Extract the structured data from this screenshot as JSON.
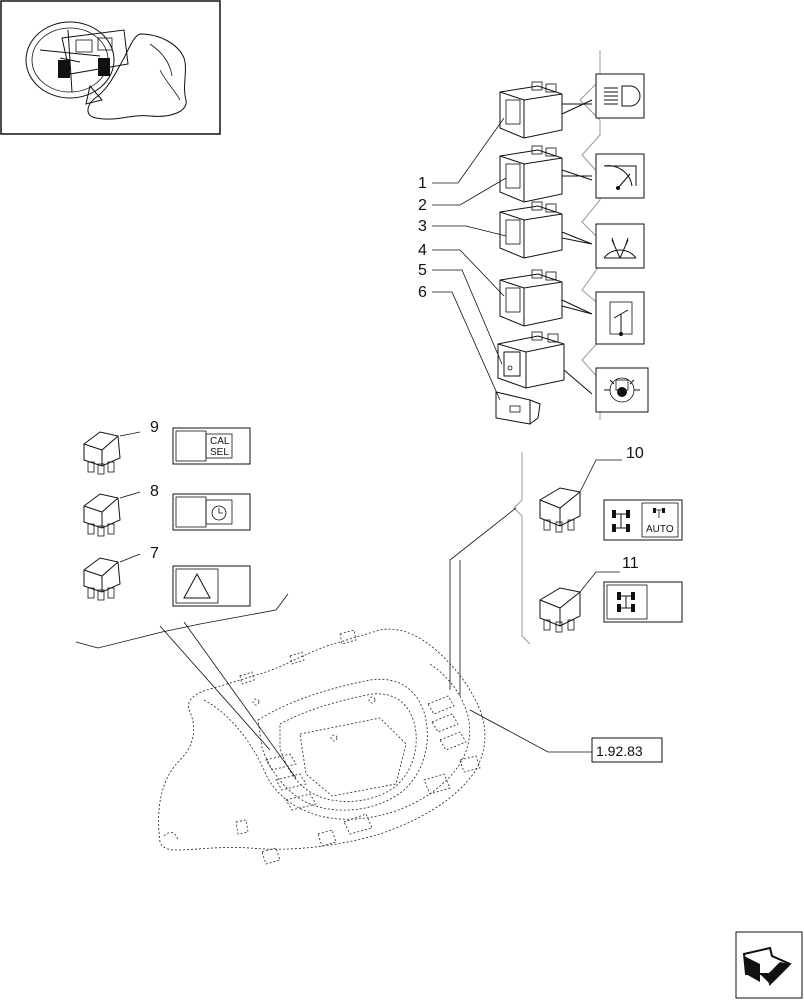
{
  "callouts": {
    "c1": "1",
    "c2": "2",
    "c3": "3",
    "c4": "4",
    "c5": "5",
    "c6": "6",
    "c7": "7",
    "c8": "8",
    "c9": "9",
    "c10": "10",
    "c11": "11"
  },
  "symbols": {
    "cal_sel_line1": "CAL",
    "cal_sel_line2": "SEL",
    "auto_label": "AUTO"
  },
  "reference": {
    "page_ref": "1.92.83"
  },
  "icons": [
    "headlight-icon",
    "wiper-front-icon",
    "washer-icon",
    "wiper-rear-icon",
    "rotating-beacon-icon",
    "hazard-triangle-icon",
    "clock-icon",
    "four-wheel-drive-icon",
    "four-wheel-drive-auto-icon",
    "differential-lock-icon",
    "next-page-arrow-icon"
  ]
}
